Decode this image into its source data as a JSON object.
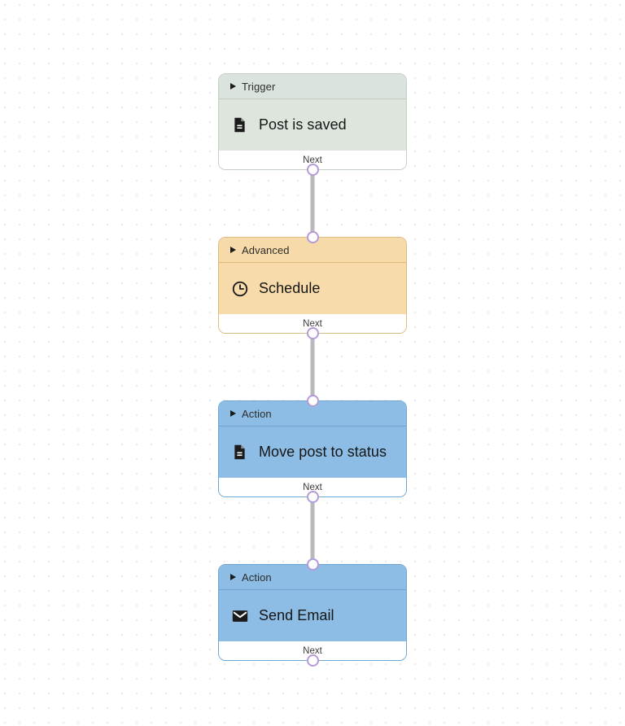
{
  "canvas": {
    "grid_dot_color": "#ebe9ea",
    "background_color": "#ffffff",
    "connector_color": "#b8b8bd",
    "port_border_color": "#b49ad8"
  },
  "nodes": [
    {
      "id": "trigger-post-is-saved",
      "header_label": "Trigger",
      "title": "Post is saved",
      "icon": "document-icon",
      "footer_label": "Next",
      "theme": "green",
      "accent": "#dde5dd",
      "has_input_port": false,
      "has_output_port": true
    },
    {
      "id": "advanced-schedule",
      "header_label": "Advanced",
      "title": "Schedule",
      "icon": "clock-icon",
      "footer_label": "Next",
      "theme": "orange",
      "accent": "#f7dbaa",
      "has_input_port": true,
      "has_output_port": true
    },
    {
      "id": "action-move-post-to-status",
      "header_label": "Action",
      "title": "Move post to status",
      "icon": "document-icon",
      "footer_label": "Next",
      "theme": "blue",
      "accent": "#8dbde4",
      "has_input_port": true,
      "has_output_port": true
    },
    {
      "id": "action-send-email",
      "header_label": "Action",
      "title": "Send Email",
      "icon": "envelope-icon",
      "footer_label": "Next",
      "theme": "blue",
      "accent": "#8dbde4",
      "has_input_port": true,
      "has_output_port": true
    }
  ],
  "edges": [
    {
      "from": "trigger-post-is-saved",
      "to": "advanced-schedule"
    },
    {
      "from": "advanced-schedule",
      "to": "action-move-post-to-status"
    },
    {
      "from": "action-move-post-to-status",
      "to": "action-send-email"
    }
  ]
}
